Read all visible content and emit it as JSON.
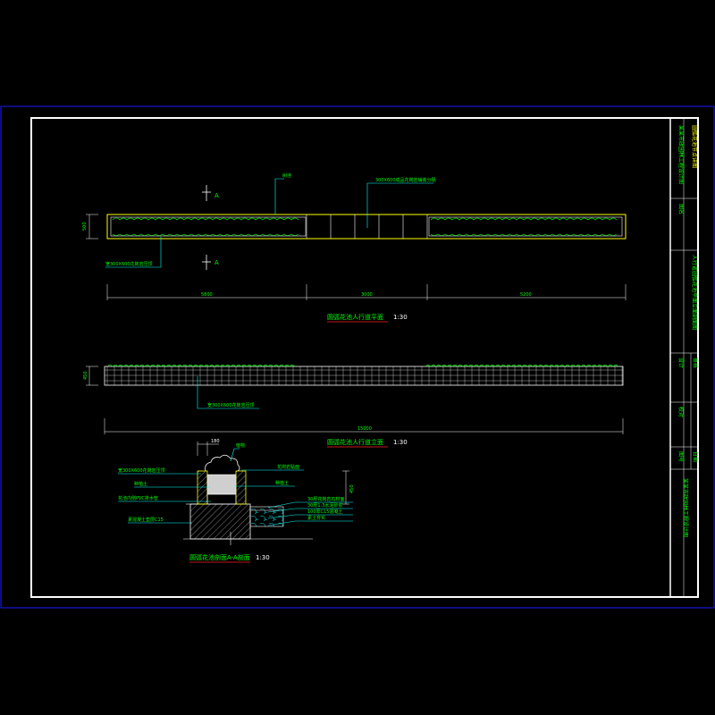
{
  "drawing": {
    "plan": {
      "title": "圆弧花池人行道平面",
      "scale": "1:30",
      "section_mark": "A",
      "dims": [
        "5800",
        "3000",
        "5200"
      ],
      "width_dim": "500",
      "notes": [
        "树池",
        "300X600成品花岗岩铺装分隔",
        "宽300X600花岗岩压顶"
      ]
    },
    "elevation": {
      "title": "圆弧花池人行道立面",
      "scale": "1:30",
      "height_dim": "450",
      "total_dim": "15000",
      "note": "宽300X600花岗岩压顶"
    },
    "section": {
      "title": "圆弧花池剖面A-A剖面",
      "scale": "1:30",
      "top_dim": "180",
      "plant": "植物",
      "height_dim": "450",
      "left_notes": [
        "宽300X600花岗岩压顶",
        "种植土",
        "花池内侧PVC排水管",
        "素混凝土垫层C15"
      ],
      "right_notes": [
        "花岗岩贴面",
        "种植土",
        "30厚花岗岩石材面",
        "30厚1:3水泥砂浆",
        "100厚C15混凝土",
        "素土夯实"
      ]
    },
    "title_block": {
      "cells": [
        "某某市政园林工程设计图",
        "圆弧花池节点详图",
        "图名",
        "人行道圆弧花池平面立面剖面图",
        "设计",
        "校对",
        "审核",
        "图号",
        "日期"
      ]
    }
  }
}
